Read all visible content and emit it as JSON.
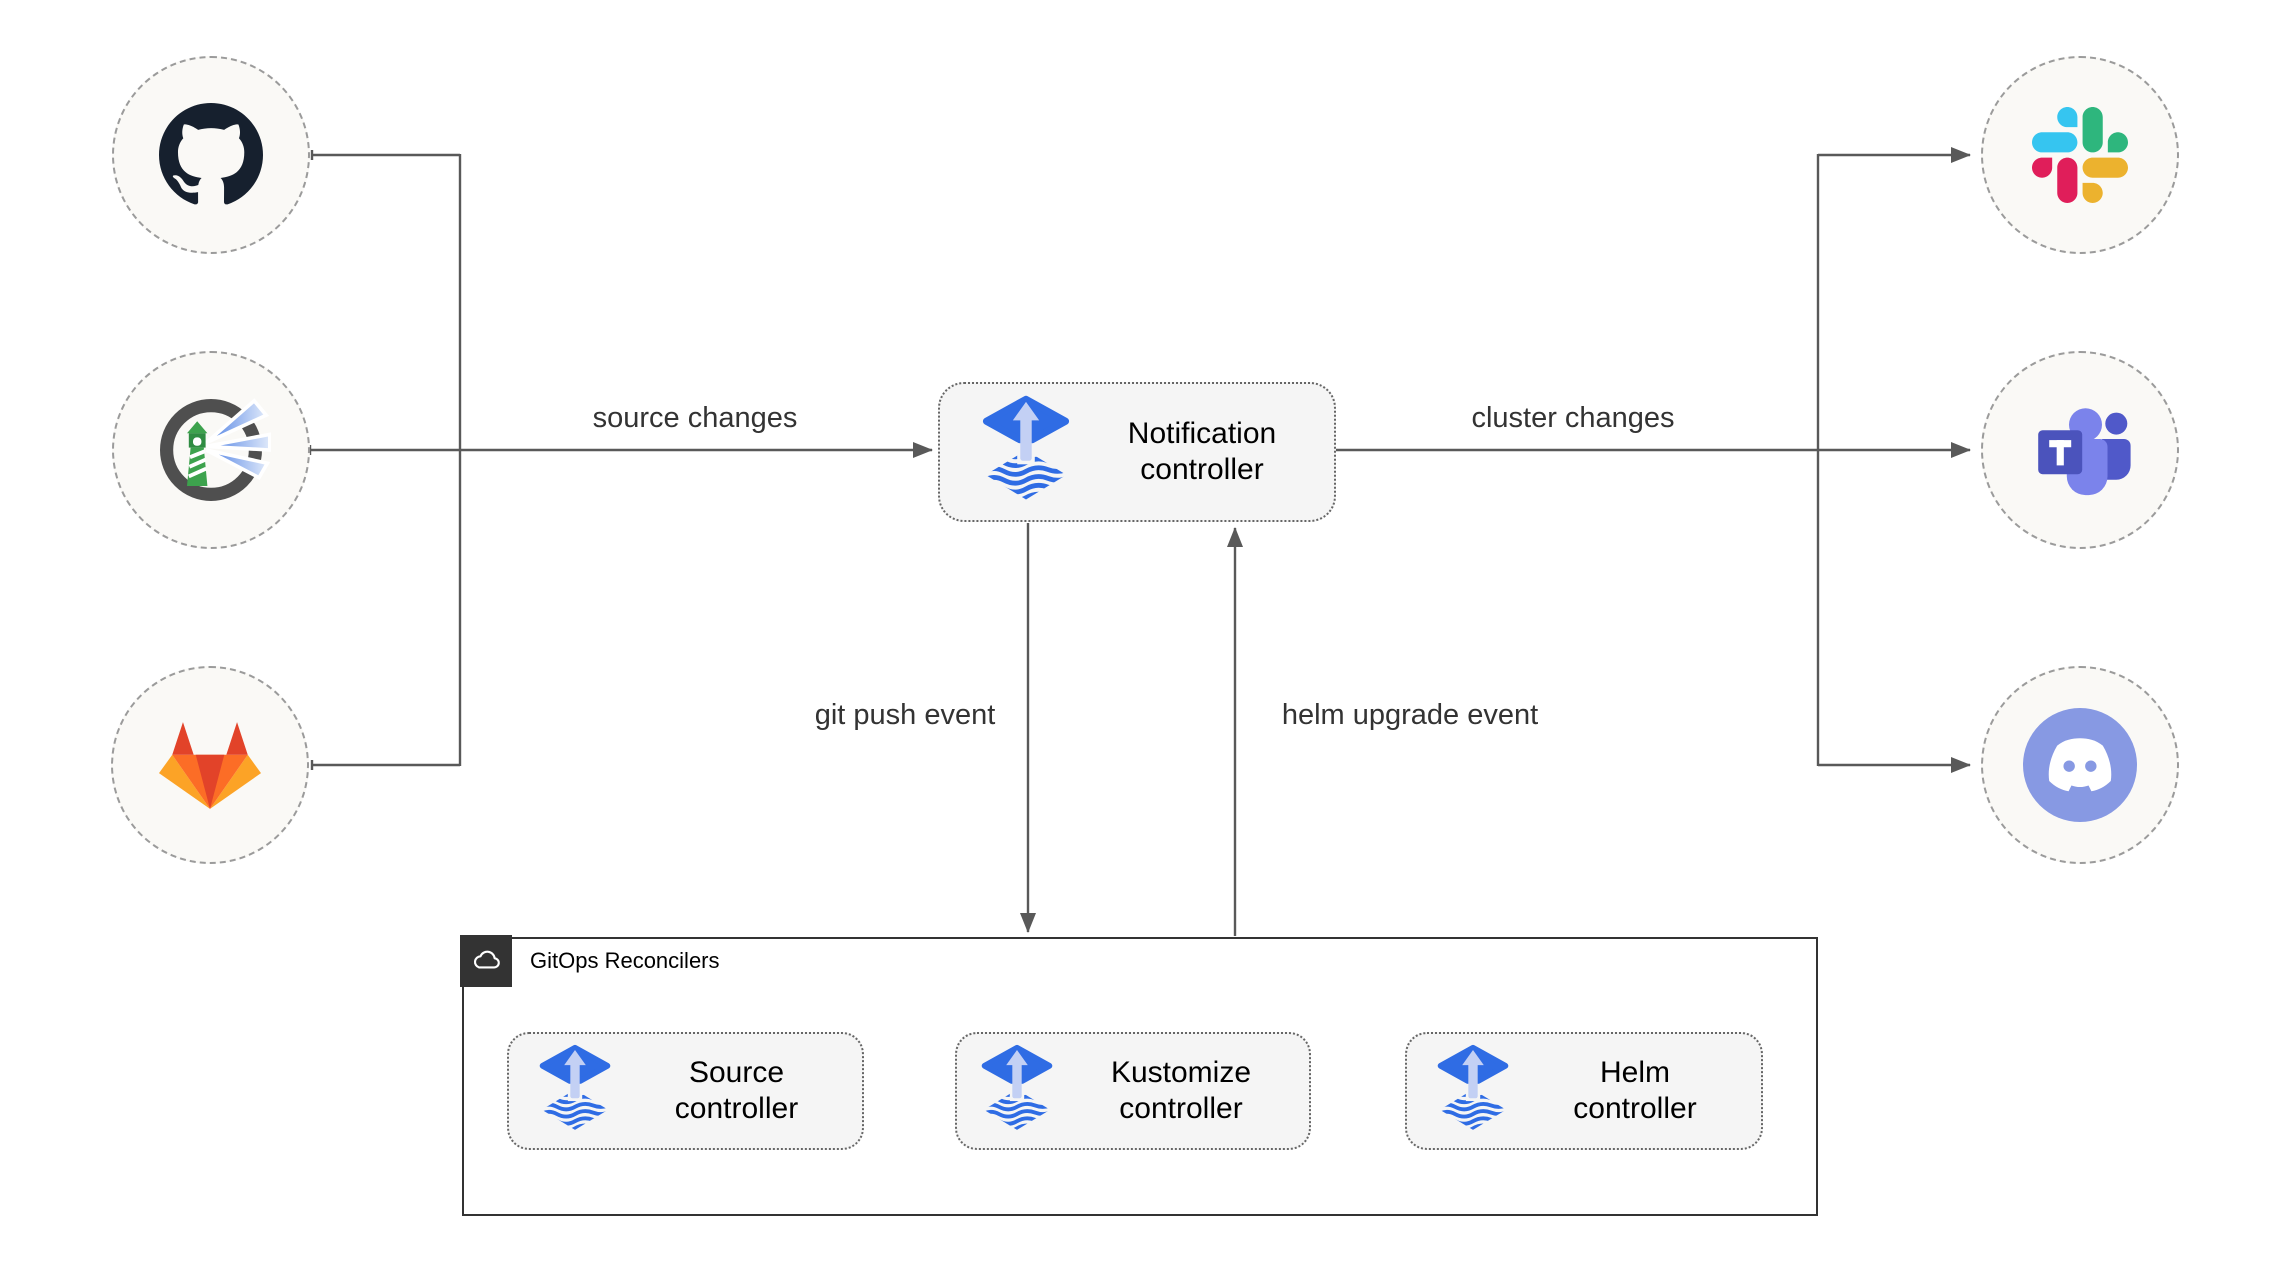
{
  "diagram": {
    "sources": [
      {
        "icon": "github-icon"
      },
      {
        "icon": "harbor-icon"
      },
      {
        "icon": "gitlab-icon"
      }
    ],
    "targets": [
      {
        "icon": "slack-icon"
      },
      {
        "icon": "teams-icon"
      },
      {
        "icon": "discord-icon"
      }
    ],
    "notification": {
      "label": "Notification controller",
      "icon": "flux-icon"
    },
    "container": {
      "title": "GitOps Reconcilers",
      "icon": "cloud-icon"
    },
    "reconcilers": [
      {
        "label": "Source controller",
        "icon": "flux-icon"
      },
      {
        "label": "Kustomize controller",
        "icon": "flux-icon"
      },
      {
        "label": "Helm controller",
        "icon": "flux-icon"
      }
    ],
    "edges": {
      "source_changes": "source changes",
      "cluster_changes": "cluster changes",
      "git_push_event": "git push event",
      "helm_upgrade_event": "helm upgrade event"
    },
    "colors": {
      "edge": "#595959",
      "node_fill": "#f5f5f5",
      "circle_fill": "#faf9f6",
      "container_border": "#333333",
      "flux_blue": "#2f6ce4",
      "github_dark": "#16202e",
      "harbor_green": "#3da24d",
      "gitlab_red": "#e24329",
      "gitlab_orange": "#fc6d26",
      "gitlab_yellow": "#fca326",
      "slack_blue": "#36c5f0",
      "slack_green": "#2eb67d",
      "slack_yellow": "#ecb22e",
      "slack_red": "#e01e5a",
      "teams_purple": "#4b53bc",
      "discord_blurple": "#8799e3"
    }
  }
}
